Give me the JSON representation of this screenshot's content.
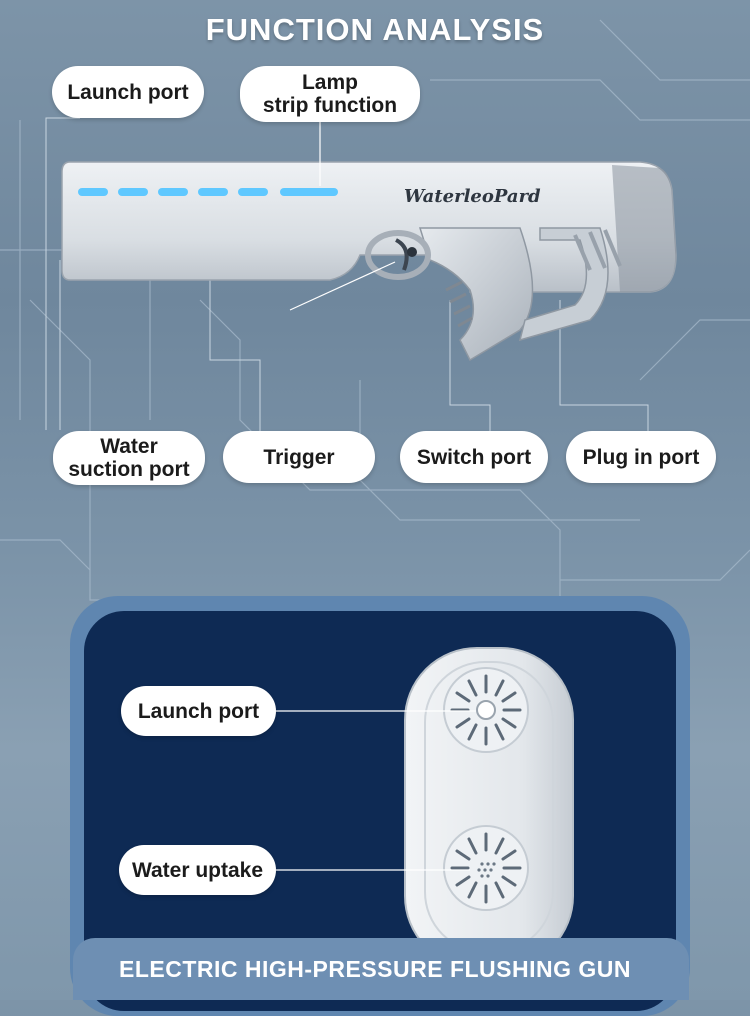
{
  "title": "FUNCTION ANALYSIS",
  "brand": "WaterleoPard",
  "labels": {
    "launch_port_top": "Launch port",
    "lamp_line1": "Lamp",
    "lamp_line2": "strip function",
    "water_suction_line1": "Water",
    "water_suction_line2": "suction port",
    "trigger": "Trigger",
    "switch_port": "Switch port",
    "plug_in_port": "Plug in port",
    "launch_port_bottom": "Launch port",
    "water_uptake": "Water uptake"
  },
  "footer": "ELECTRIC HIGH-PRESSURE FLUSHING GUN",
  "colors": {
    "background": "#7d94a8",
    "panel": "#0e2a54",
    "panel_frame": "#5f86b0",
    "lamp_strip": "#5fc8ff"
  }
}
